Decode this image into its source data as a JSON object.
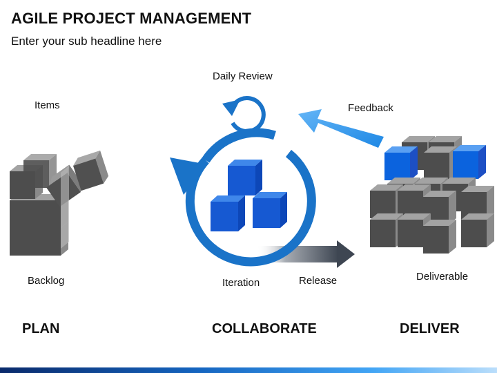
{
  "header": {
    "title": "AGILE PROJECT MANAGEMENT",
    "subtitle": "Enter your sub headline here"
  },
  "labels": {
    "items": "Items",
    "backlog": "Backlog",
    "daily_review": "Daily Review",
    "iteration": "Iteration",
    "release": "Release",
    "feedback": "Feedback",
    "deliverable": "Deliverable"
  },
  "phases": {
    "plan": "PLAN",
    "collaborate": "COLLABORATE",
    "deliver": "DELIVER"
  },
  "colors": {
    "accent_blue": "#1a73c8",
    "light_blue": "#42a5f5",
    "cube_blue": "#1d4fc4",
    "cube_grey": "#6b6b6b"
  }
}
